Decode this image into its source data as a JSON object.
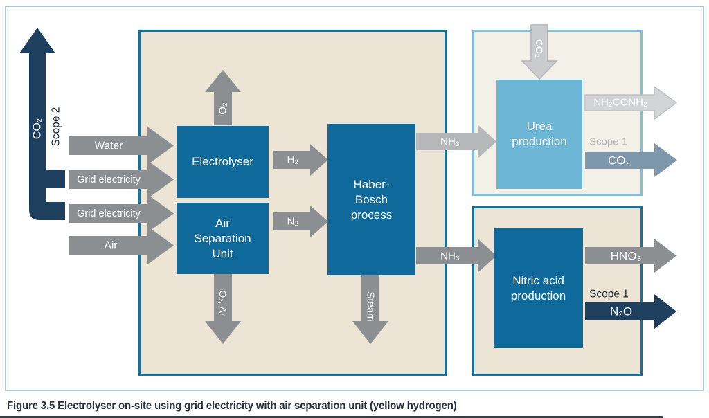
{
  "caption": "Figure 3.5 Electrolyser on-site using grid electricity with air separation unit (yellow hydrogen)",
  "scope2": {
    "gas": "CO₂",
    "label": "Scope 2"
  },
  "inputs": {
    "water": "Water",
    "grid1": "Grid electricity",
    "grid2": "Grid electricity",
    "air": "Air"
  },
  "main_system": {
    "electrolyser": "Electrolyser",
    "asu": [
      "Air",
      "Separation",
      "Unit"
    ],
    "haber_bosch": [
      "Haber-",
      "Bosch",
      "process"
    ],
    "o2_out": "O₂",
    "h2": "H₂",
    "n2": "N₂",
    "o2_ar_out": "O₂, Ar",
    "steam_out": "Steam"
  },
  "urea": {
    "box": [
      "Urea",
      "production"
    ],
    "co2_in": "CO₂",
    "nh3_in": "NH₃",
    "product_out": "NH₂CONH₂",
    "scope_label": "Scope 1",
    "co2_out": "CO₂"
  },
  "nitric": {
    "box": [
      "Nitric acid",
      "production"
    ],
    "nh3_in": "NH₃",
    "hno3_out": "HNO₃",
    "scope_label": "Scope 1",
    "n2o_out": "N₂O"
  },
  "colors": {
    "navy": "#1f3f5e",
    "process_blue": "#0f6a9b",
    "process_border": "#15719d",
    "light_blue_box": "#6eb6d6",
    "light_blue_border": "#7fc1dd",
    "beige": "#ece4d5",
    "light_beige": "#f3f0e7",
    "arrow_gray": "#8c8f92",
    "arrow_light_gray": "#c9cbcd",
    "arrow_faded_gray": "#b5b7b9",
    "steel_blue": "#7e97ab",
    "frame_blue": "#a9cadf"
  }
}
